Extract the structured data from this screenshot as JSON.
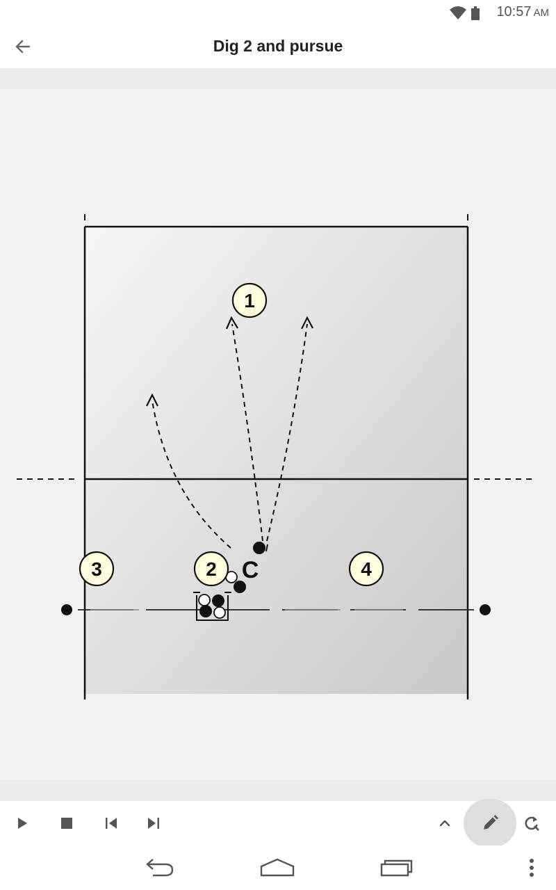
{
  "status_bar": {
    "time": "10:57",
    "ampm": "AM",
    "icons": [
      "wifi-icon",
      "battery-icon"
    ]
  },
  "app_bar": {
    "title": "Dig 2 and pursue",
    "back_icon": "arrow-left-icon"
  },
  "drill": {
    "players": [
      {
        "id": "p1",
        "label": "1"
      },
      {
        "id": "p2",
        "label": "2"
      },
      {
        "id": "p3",
        "label": "3"
      },
      {
        "id": "p4",
        "label": "4"
      }
    ],
    "coach": {
      "label": "C"
    }
  },
  "toolbar": {
    "icons": [
      "play-icon",
      "stop-icon",
      "skip-previous-icon",
      "skip-next-icon",
      "chevron-up-icon",
      "pencil-icon",
      "replay-icon"
    ]
  },
  "navigation": {
    "icons": [
      "nav-back-icon",
      "nav-home-icon",
      "nav-recent-apps-icon",
      "overflow-menu-icon"
    ]
  },
  "colors": {
    "player_fill": "#fffde0",
    "court_light": "#f6f6f6",
    "court_dark": "#c9c9c9",
    "edit_fab": "#dedede"
  }
}
